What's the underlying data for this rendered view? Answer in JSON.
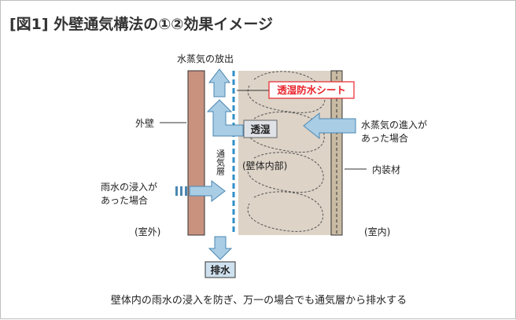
{
  "figure": {
    "title": "[図1] 外壁通気構法の①②効果イメージ",
    "caption": "壁体内の雨水の浸入を防ぎ、万一の場合でも通気層から排水する"
  },
  "labels": {
    "vapor_release": "水蒸気の放出",
    "membrane": "透湿防水シート",
    "outer_wall": "外壁",
    "moisture_permeable": "透湿",
    "vapor_entry_line1": "水蒸気の進入が",
    "vapor_entry_line2": "あった場合",
    "air_layer": "通気層",
    "wall_interior": "(壁体内部)",
    "interior_finish": "内装材",
    "rain_entry_line1": "雨水の浸入が",
    "rain_entry_line2": "あった場合",
    "outdoor": "(室外)",
    "indoor": "(室内)",
    "drainage": "排水"
  },
  "colors": {
    "outer_wall": "#c8927f",
    "wall_cavity": "#ddd3c7",
    "interior_finish": "#c9bba3",
    "arrow_fill": "#a9cde4",
    "arrow_stroke": "#4a87b3",
    "membrane_dash": "#2f8fc8",
    "membrane_label": "#e8232b",
    "drain_box": "#cfe1ef"
  }
}
